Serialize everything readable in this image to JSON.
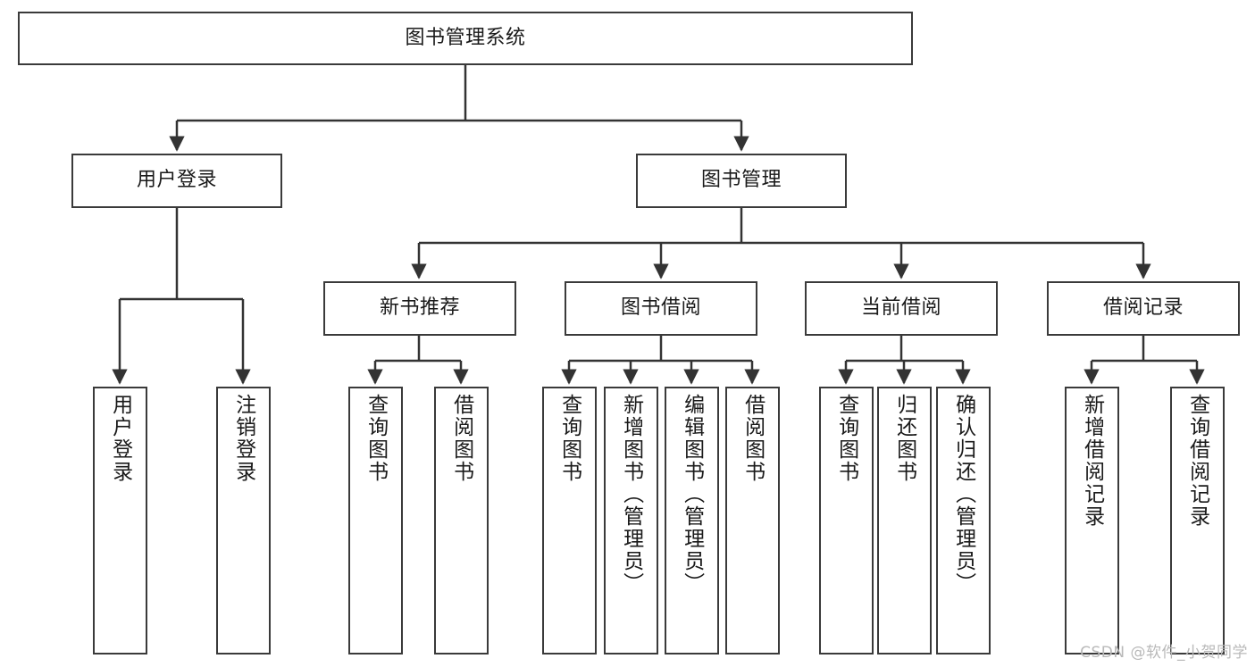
{
  "diagram": {
    "title": "图书管理系统",
    "type": "tree",
    "watermark": "CSDN @软件_小贺同学",
    "colors": {
      "box_border": "#3a3a3a",
      "box_fill": "#ffffff",
      "connector": "#333333",
      "text": "#1a1a1a",
      "watermark": "#b9b9b9"
    },
    "root": {
      "id": "root",
      "label": "图书管理系统"
    },
    "level1": [
      {
        "id": "user-login",
        "label": "用户登录"
      },
      {
        "id": "book-manage",
        "label": "图书管理"
      }
    ],
    "level2": [
      {
        "id": "new-book-recommend",
        "label": "新书推荐",
        "parent": "book-manage"
      },
      {
        "id": "book-borrow",
        "label": "图书借阅",
        "parent": "book-manage"
      },
      {
        "id": "current-borrow",
        "label": "当前借阅",
        "parent": "book-manage"
      },
      {
        "id": "borrow-record",
        "label": "借阅记录",
        "parent": "book-manage"
      }
    ],
    "leaves": [
      {
        "id": "leaf-user-login",
        "label": "用户登录",
        "parent": "user-login"
      },
      {
        "id": "leaf-user-logout",
        "label": "注销登录",
        "parent": "user-login"
      },
      {
        "id": "leaf-query-book-1",
        "label": "查询图书",
        "parent": "new-book-recommend"
      },
      {
        "id": "leaf-borrow-book-1",
        "label": "借阅图书",
        "parent": "new-book-recommend"
      },
      {
        "id": "leaf-query-book-2",
        "label": "查询图书",
        "parent": "book-borrow"
      },
      {
        "id": "leaf-add-book",
        "label": "新增图书（管理员）",
        "parent": "book-borrow"
      },
      {
        "id": "leaf-edit-book",
        "label": "编辑图书（管理员）",
        "parent": "book-borrow"
      },
      {
        "id": "leaf-borrow-book-2",
        "label": "借阅图书",
        "parent": "book-borrow"
      },
      {
        "id": "leaf-query-book-3",
        "label": "查询图书",
        "parent": "current-borrow"
      },
      {
        "id": "leaf-return-book",
        "label": "归还图书",
        "parent": "current-borrow"
      },
      {
        "id": "leaf-confirm-return",
        "label": "确认归还（管理员）",
        "parent": "current-borrow"
      },
      {
        "id": "leaf-add-record",
        "label": "新增借阅记录",
        "parent": "borrow-record"
      },
      {
        "id": "leaf-query-record",
        "label": "查询借阅记录",
        "parent": "borrow-record"
      }
    ]
  }
}
